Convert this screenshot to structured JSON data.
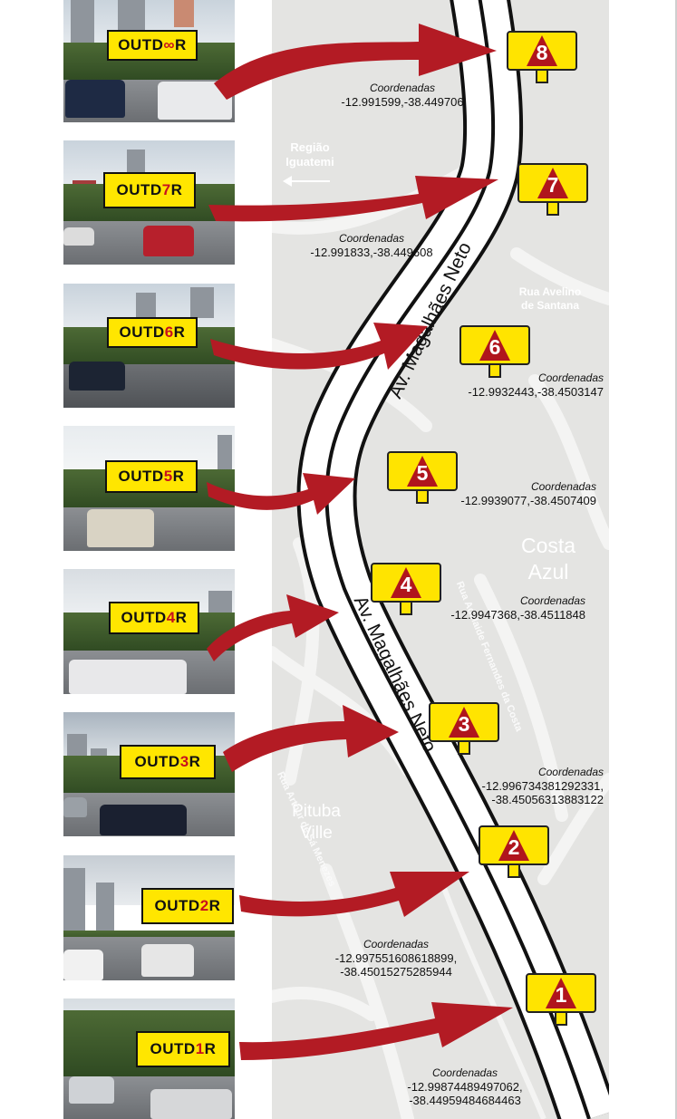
{
  "map": {
    "street_main": "Av. Magalhães Neto",
    "region_top": "Região\nIguatemi",
    "street_avelino": "Rua Avelino\nde Santana",
    "district_costa": "Costa\nAzul",
    "district_pituba": "Pituba\nVille",
    "street_arthur": "Rua Arthur de Sá Menezes",
    "street_fernandes": "Rua Adelaide Fernandes da Costa"
  },
  "billboard_text": {
    "prefix": "OUTD",
    "suffix": "R"
  },
  "coord_label": "Coordenadas",
  "locations": [
    {
      "number": "8",
      "coords": "-12.991599,-38.449706"
    },
    {
      "number": "7",
      "coords": "-12.991833,-38.449608"
    },
    {
      "number": "6",
      "coords": "-12.9932443,-38.4503147"
    },
    {
      "number": "5",
      "coords": "-12.9939077,-38.4507409"
    },
    {
      "number": "4",
      "coords": "-12.9947368,-38.4511848"
    },
    {
      "number": "3",
      "coords": "-12.996734381292331,\n-38.45056313883122"
    },
    {
      "number": "2",
      "coords": "-12.997551608618899,\n-38.45015275285944"
    },
    {
      "number": "1",
      "coords": "-12.99874489497062,\n-38.44959484684463"
    }
  ],
  "colors": {
    "marker": "#ffe400",
    "triangle": "#b0151d",
    "arrow": "#b31b24",
    "map_bg": "#e4e4e2"
  }
}
